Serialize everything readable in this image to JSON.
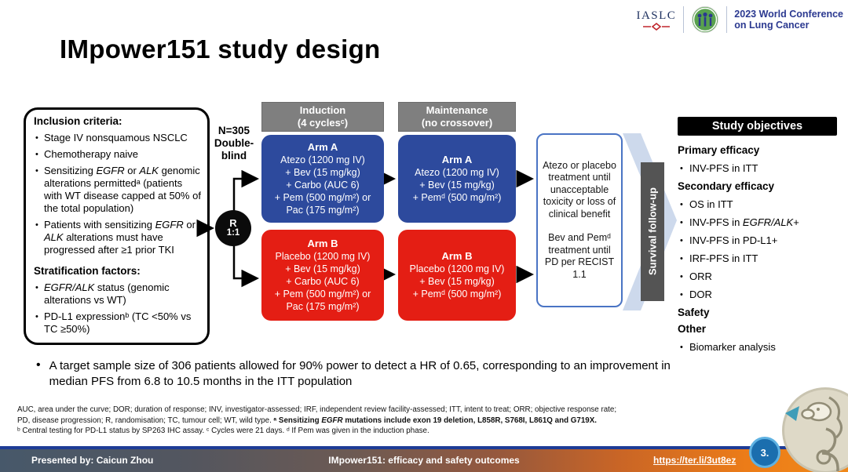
{
  "header": {
    "brand": {
      "iaslc": "IASLC",
      "conf_line1": "2023 World Conference",
      "conf_line2": "on Lung Cancer"
    },
    "title": "IMpower151 study design"
  },
  "inclusion_box": {
    "heading": "Inclusion criteria:",
    "items": [
      [
        {
          "t": "Stage IV nonsquamous NSCLC"
        }
      ],
      [
        {
          "t": "Chemotherapy naive"
        }
      ],
      [
        {
          "t": "Sensitizing "
        },
        {
          "t": "EGFR",
          "i": true
        },
        {
          "t": " or "
        },
        {
          "t": "ALK",
          "i": true
        },
        {
          "t": " genomic alterations permittedᵃ (patients with WT disease capped at 50% of the total population)"
        }
      ],
      [
        {
          "t": "Patients with sensitizing "
        },
        {
          "t": "EGFR",
          "i": true
        },
        {
          "t": " or "
        },
        {
          "t": "ALK",
          "i": true
        },
        {
          "t": " alterations must have progressed after ≥1 prior TKI"
        }
      ]
    ],
    "strat_heading": "Stratification factors:",
    "strat_items": [
      [
        {
          "t": "EGFR/ALK",
          "i": true
        },
        {
          "t": " status (genomic alterations vs WT)"
        }
      ],
      [
        {
          "t": "PD-L1 expressionᵇ (TC <50% vs TC ≥50%)"
        }
      ]
    ]
  },
  "randomization": {
    "n_label": "N=305",
    "blind_label": "Double-blind",
    "r_label": "R",
    "ratio_label": "1:1"
  },
  "phase_headers": {
    "induction_line1": "Induction",
    "induction_line2": "(4 cyclesᶜ)",
    "maintenance_line1": "Maintenance",
    "maintenance_line2": "(no crossover)"
  },
  "arms": {
    "induction_a": {
      "title": "Arm A",
      "lines": [
        "Atezo (1200 mg IV)",
        "+ Bev (15 mg/kg)",
        "+ Carbo (AUC 6)",
        "+ Pem (500 mg/m²) or",
        "Pac (175 mg/m²)"
      ]
    },
    "induction_b": {
      "title": "Arm B",
      "lines": [
        "Placebo (1200 mg IV)",
        "+ Bev (15 mg/kg)",
        "+ Carbo (AUC 6)",
        "+ Pem (500 mg/m²) or",
        "Pac (175 mg/m²)"
      ]
    },
    "maintenance_a": {
      "title": "Arm A",
      "lines": [
        "Atezo (1200 mg IV)",
        "+ Bev (15 mg/kg)",
        "+ Pemᵈ (500 mg/m²)"
      ]
    },
    "maintenance_b": {
      "title": "Arm B",
      "lines": [
        "Placebo (1200 mg IV)",
        "+ Bev (15 mg/kg)",
        "+ Pemᵈ (500 mg/m²)"
      ]
    }
  },
  "continuation_box": {
    "para1": "Atezo or placebo treatment until unacceptable toxicity or loss of clinical benefit",
    "para2": "Bev and Pemᵈ treatment until PD per RECIST 1.1"
  },
  "survival_label": "Survival follow-up",
  "objectives": {
    "header": "Study objectives",
    "primary_heading": "Primary efficacy",
    "primary_items": [
      [
        {
          "t": "INV-PFS in ITT"
        }
      ]
    ],
    "secondary_heading": "Secondary efficacy",
    "secondary_items": [
      [
        {
          "t": "OS in ITT"
        }
      ],
      [
        {
          "t": "INV-PFS in "
        },
        {
          "t": "EGFR/ALK",
          "i": true
        },
        {
          "t": "+"
        }
      ],
      [
        {
          "t": "INV-PFS in PD-L1+"
        }
      ],
      [
        {
          "t": "IRF-PFS in ITT"
        }
      ],
      [
        {
          "t": "ORR"
        }
      ],
      [
        {
          "t": "DOR"
        }
      ]
    ],
    "safety_heading": "Safety",
    "other_heading": "Other",
    "other_items": [
      [
        {
          "t": "Biomarker analysis"
        }
      ]
    ]
  },
  "key_point": "A target sample size of 306 patients allowed for 90% power to detect a HR of 0.65, corresponding to an improvement in median PFS from 6.8 to 10.5 months in the ITT population",
  "footnotes": {
    "line1": "AUC, area under the curve; DOR; duration of response; INV, investigator-assessed; IRF, independent review facility-assessed; ITT, intent to treat; ORR; objective response rate;",
    "line2": [
      {
        "t": "PD, disease progression; R, randomisation; TC, tumour cell; WT, wild type. "
      },
      {
        "t": "ᵃ Sensitizing ",
        "b": true
      },
      {
        "t": "EGFR",
        "b": true,
        "i": true
      },
      {
        "t": " mutations include exon 19 deletion, L858R, S768I, L861Q and G719X.",
        "b": true
      }
    ],
    "line3": "ᵇ Central testing for PD-L1 status by SP263 IHC assay. ᶜ Cycles were 21 days. ᵈ If Pem was given in the induction phase."
  },
  "footer": {
    "presented_by": "Presented by: Caicun Zhou",
    "deck_title": "IMpower151: efficacy and safety outcomes",
    "link": "https://ter.li/3ut8ez",
    "page": "3."
  },
  "colors": {
    "arm_blue": "#2d4a9d",
    "arm_red": "#e41e14",
    "phase_gray": "#7f7f7f",
    "survival_gray": "#545454",
    "continuation_border_blue": "#4a74c4",
    "chevron_light_blue": "#cdd9ec",
    "objectives_header_black": "#000000",
    "footer_navy": "#1e3c96",
    "footer_orange": "#ec7c18",
    "conference_blue": "#2b3990"
  }
}
